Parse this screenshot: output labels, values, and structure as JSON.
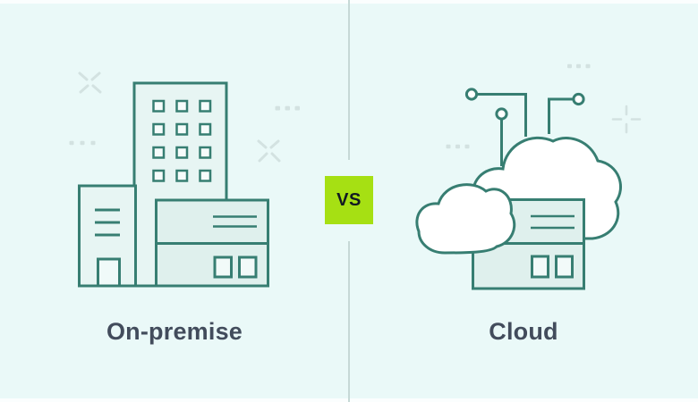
{
  "page": {
    "background_color": "#EAF9F8",
    "divider_color": "#C6D9D6",
    "outline_color": "#377E72",
    "panel_fill_color": "#DFF0ED",
    "decoration_color": "#D3E2E1"
  },
  "vs_badge": {
    "label": "VS",
    "background_color": "#A6E013",
    "text_color": "#121A22"
  },
  "left": {
    "label": "On-premise",
    "illustration": "office-building-with-server"
  },
  "right": {
    "label": "Cloud",
    "illustration": "clouds-with-server-and-circuit-nodes"
  }
}
